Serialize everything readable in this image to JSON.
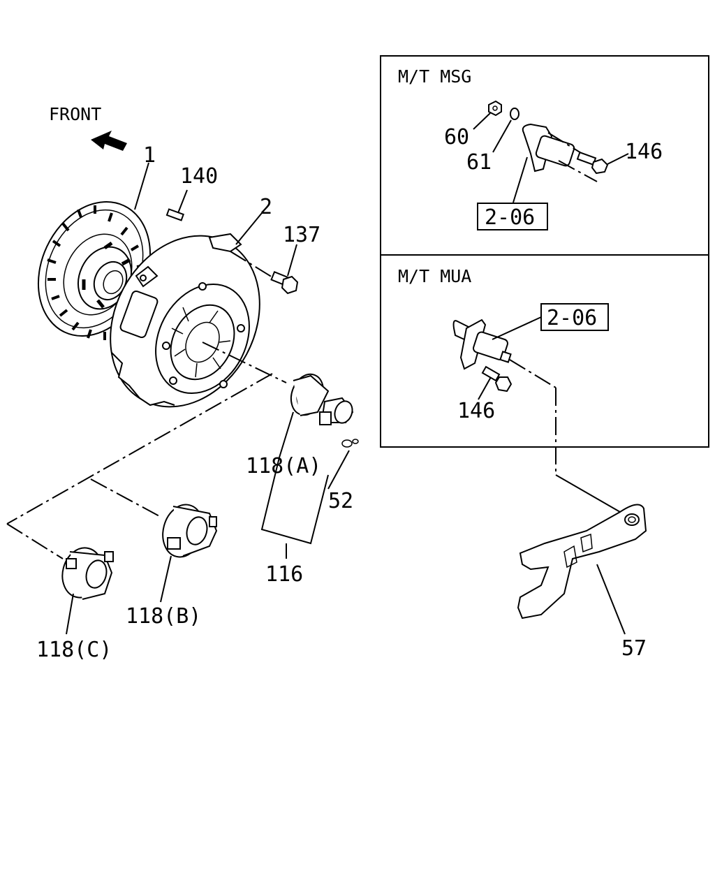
{
  "front": "FRONT",
  "inset_msg": {
    "title": "M/T  MSG",
    "ref": "2-06",
    "labels": [
      "60",
      "61",
      "146"
    ]
  },
  "inset_mua": {
    "title": "M/T  MUA",
    "ref": "2-06",
    "labels": [
      "146"
    ]
  },
  "labels": {
    "disc": "1",
    "cover": "2",
    "pin": "140",
    "bolt": "137",
    "bearing_a": "118(A)",
    "clip": "52",
    "set": "116",
    "bearing_b": "118(B)",
    "bearing_c": "118(C)",
    "fork": "57"
  }
}
